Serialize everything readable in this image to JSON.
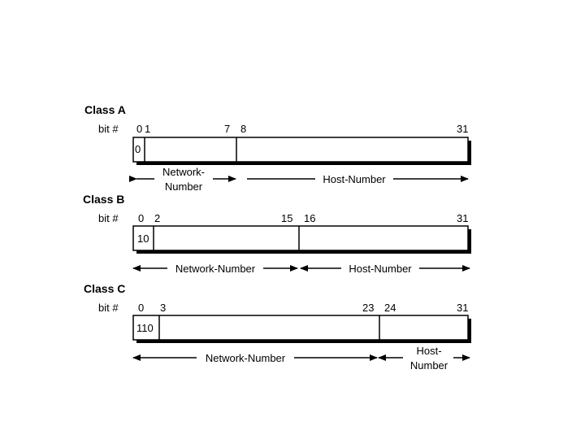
{
  "classes": [
    {
      "title": "Class A",
      "bit_label": "bit #",
      "bit_numbers": [
        "0",
        "1",
        "7",
        "8",
        "31"
      ],
      "prefix": "0",
      "network_label": [
        "Network-",
        "Number"
      ],
      "host_label": [
        "Host-Number"
      ]
    },
    {
      "title": "Class B",
      "bit_label": "bit #",
      "bit_numbers": [
        "0",
        "2",
        "15",
        "16",
        "31"
      ],
      "prefix": "10",
      "network_label": [
        "Network-Number"
      ],
      "host_label": [
        "Host-Number"
      ]
    },
    {
      "title": "Class C",
      "bit_label": "bit #",
      "bit_numbers": [
        "0",
        "3",
        "23",
        "24",
        "31"
      ],
      "prefix": "110",
      "network_label": [
        "Network-Number"
      ],
      "host_label": [
        "Host-",
        "Number"
      ]
    }
  ]
}
